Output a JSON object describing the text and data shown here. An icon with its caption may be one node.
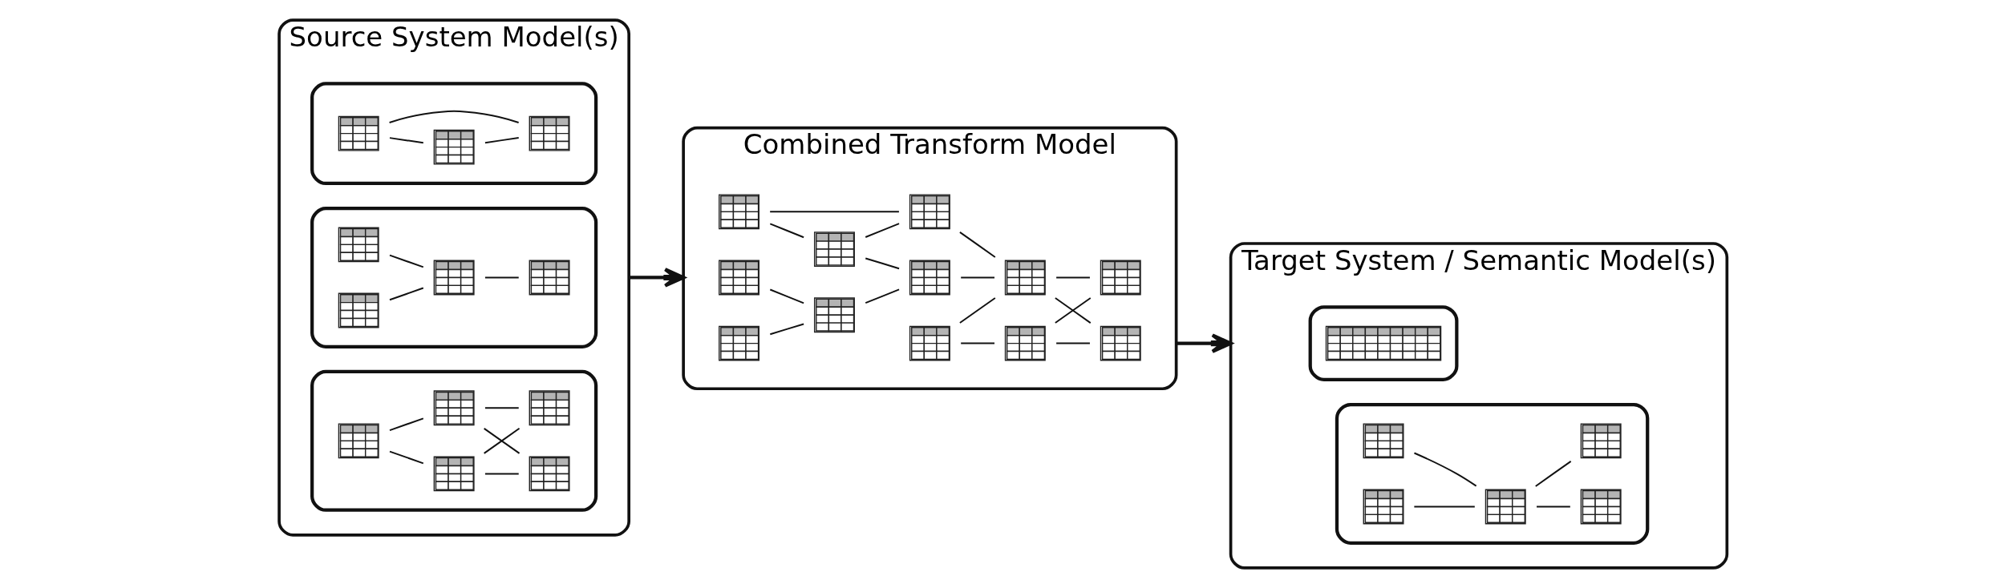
{
  "diagram": {
    "nodes": [
      {
        "text": [
          "Source System Model(s)"
        ]
      },
      {
        "text": [],
        "shape": "box",
        "in": 0
      },
      {
        "text": [],
        "shape": "table",
        "in": 1
      },
      {
        "text": [],
        "shape": "table",
        "in": 1
      },
      {
        "text": [],
        "shape": "table",
        "in": 1
      },
      {
        "text": [],
        "shape": "box",
        "in": 0
      },
      {
        "text": [],
        "shape": "table",
        "in": 5
      },
      {
        "text": [],
        "shape": "table",
        "in": 5
      },
      {
        "text": [],
        "shape": "table",
        "in": 5
      },
      {
        "text": [],
        "shape": "table",
        "in": 5
      },
      {
        "text": [],
        "shape": "box",
        "in": 0
      },
      {
        "text": [],
        "shape": "table",
        "in": 10
      },
      {
        "text": [],
        "shape": "table",
        "in": 10
      },
      {
        "text": [],
        "shape": "table",
        "in": 10
      },
      {
        "text": [],
        "shape": "table",
        "in": 10
      },
      {
        "text": [],
        "shape": "table",
        "in": 10
      },
      {
        "text": [
          "Combined Transform Model"
        ]
      },
      {
        "text": [],
        "shape": "table",
        "in": 16
      },
      {
        "text": [],
        "shape": "table",
        "in": 16
      },
      {
        "text": [],
        "shape": "table",
        "in": 16
      },
      {
        "text": [],
        "shape": "table",
        "in": 16
      },
      {
        "text": [],
        "shape": "table",
        "in": 16
      },
      {
        "text": [],
        "shape": "table",
        "in": 16
      },
      {
        "text": [],
        "shape": "table",
        "in": 16
      },
      {
        "text": [],
        "shape": "table",
        "in": 16
      },
      {
        "text": [],
        "shape": "table",
        "in": 16
      },
      {
        "text": [],
        "shape": "table",
        "in": 16
      },
      {
        "text": [],
        "shape": "table",
        "in": 16
      },
      {
        "text": [],
        "shape": "table",
        "in": 16
      },
      {
        "text": [
          "Target System / Semantic Model(s)"
        ]
      },
      {
        "text": [],
        "shape": "box",
        "in": 29
      },
      {
        "text": [],
        "shape": "table",
        "in": 30
      },
      {
        "text": [],
        "shape": "box",
        "in": 29
      },
      {
        "text": [],
        "shape": "table",
        "in": 32
      },
      {
        "text": [],
        "shape": "table",
        "in": 32
      },
      {
        "text": [],
        "shape": "table",
        "in": 32
      },
      {
        "text": [],
        "shape": "table",
        "in": 32
      },
      {
        "text": [],
        "shape": "table",
        "in": 32
      }
    ],
    "edges": [
      {
        "from": 2,
        "to": 3,
        "arrow": "none"
      },
      {
        "from": 2,
        "to": 4,
        "arrow": "none"
      },
      {
        "from": 3,
        "to": 4,
        "arrow": "none"
      },
      {
        "from": 6,
        "to": 8,
        "arrow": "none"
      },
      {
        "from": 7,
        "to": 8,
        "arrow": "none"
      },
      {
        "from": 8,
        "to": 9,
        "arrow": "none"
      },
      {
        "from": 11,
        "to": 12,
        "arrow": "none"
      },
      {
        "from": 11,
        "to": 13,
        "arrow": "none"
      },
      {
        "from": 12,
        "to": 14,
        "arrow": "none"
      },
      {
        "from": 12,
        "to": 15,
        "arrow": "none"
      },
      {
        "from": 13,
        "to": 14,
        "arrow": "none"
      },
      {
        "from": 13,
        "to": 15,
        "arrow": "none"
      },
      {
        "from": 0,
        "to": 16,
        "arrow": "to"
      },
      {
        "from": 17,
        "to": 18,
        "arrow": "none"
      },
      {
        "from": 17,
        "to": 19,
        "arrow": "none"
      },
      {
        "from": 18,
        "to": 19,
        "arrow": "none"
      },
      {
        "from": 18,
        "to": 23,
        "arrow": "none"
      },
      {
        "from": 20,
        "to": 22,
        "arrow": "none"
      },
      {
        "from": 21,
        "to": 22,
        "arrow": "none"
      },
      {
        "from": 22,
        "to": 23,
        "arrow": "none"
      },
      {
        "from": 19,
        "to": 24,
        "arrow": "none"
      },
      {
        "from": 23,
        "to": 24,
        "arrow": "none"
      },
      {
        "from": 25,
        "to": 24,
        "arrow": "none"
      },
      {
        "from": 25,
        "to": 26,
        "arrow": "none"
      },
      {
        "from": 24,
        "to": 27,
        "arrow": "none"
      },
      {
        "from": 24,
        "to": 28,
        "arrow": "none"
      },
      {
        "from": 26,
        "to": 27,
        "arrow": "none"
      },
      {
        "from": 26,
        "to": 28,
        "arrow": "none"
      },
      {
        "from": 16,
        "to": 29,
        "arrow": "to"
      },
      {
        "from": 33,
        "to": 35,
        "arrow": "none"
      },
      {
        "from": 34,
        "to": 35,
        "arrow": "none"
      },
      {
        "from": 35,
        "to": 36,
        "arrow": "none"
      },
      {
        "from": 35,
        "to": 37,
        "arrow": "none"
      }
    ]
  }
}
